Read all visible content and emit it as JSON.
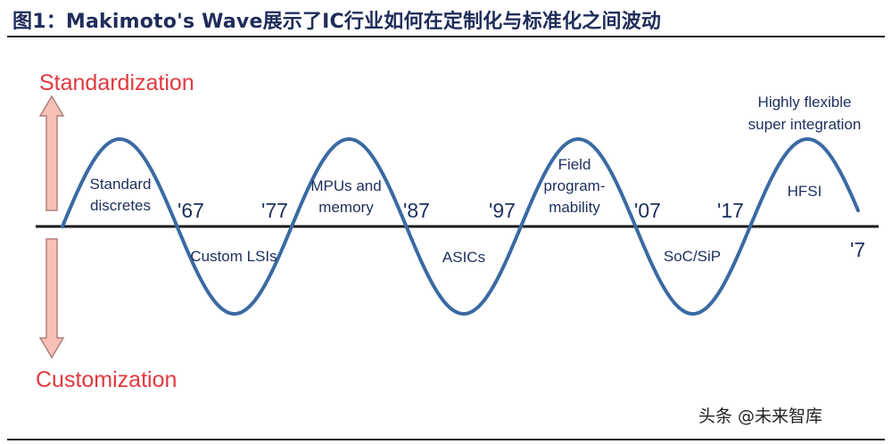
{
  "figure": {
    "title": "图1：Makimoto's Wave展示了IC行业如何在定制化与标准化之间波动",
    "watermark": "头条 @未来智库"
  },
  "axis": {
    "top_label": "Standardization",
    "bottom_label": "Customization"
  },
  "years": [
    "'67",
    "'77",
    "'87",
    "'97",
    "'07",
    "'17",
    "'7"
  ],
  "phases": {
    "standard_discretes": [
      "Standard",
      "discretes"
    ],
    "custom_lsis": [
      "Custom LSIs"
    ],
    "mpus_memory": [
      "MPUs and",
      "memory"
    ],
    "asics": [
      "ASICs"
    ],
    "field_programmability": [
      "Field",
      "program-",
      "mability"
    ],
    "soc_sip": [
      "SoC/SiP"
    ],
    "hfsi_title": [
      "Highly flexible",
      "super integration"
    ],
    "hfsi": [
      "HFSI"
    ]
  },
  "colors": {
    "wave": "#3a6aa3",
    "baseline": "#1a1a1a",
    "arrow_fill": "#f7c1b8",
    "arrow_stroke": "#b0807a",
    "axis_label": "#e2393e"
  }
}
